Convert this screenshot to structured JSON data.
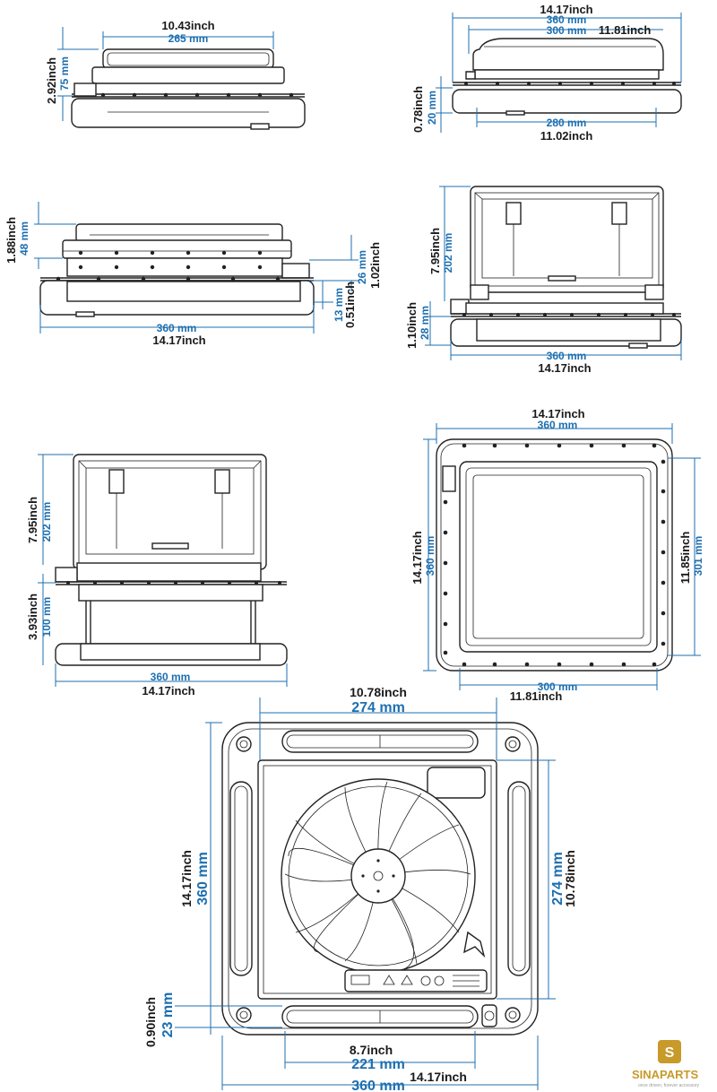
{
  "views": {
    "front_top": {
      "width_in": "10.43inch",
      "width_mm": "265 mm",
      "height_in": "2.92inch",
      "height_mm": "75 mm"
    },
    "side_top": {
      "depth_in": "14.17inch",
      "depth_mm": "360 mm",
      "inner_mm": "300 mm",
      "inner_in": "11.81inch",
      "base_mm": "280 mm",
      "base_in": "11.02inch",
      "height_in": "0.78inch",
      "height_mm": "20 mm"
    },
    "front_mid": {
      "width_mm": "360 mm",
      "width_in": "14.17inch",
      "top_in": "1.88inch",
      "top_mm": "48 mm",
      "flange_mm": "26 mm",
      "flange_in": "1.02inch",
      "gap_mm": "13 mm",
      "gap_in": "0.51inch"
    },
    "open_mid": {
      "lid_in": "7.95inch",
      "lid_mm": "202 mm",
      "base_in": "1.10inch",
      "base_mm": "28 mm",
      "width_mm": "360 mm",
      "width_in": "14.17inch"
    },
    "open_low": {
      "lid_in": "7.95inch",
      "lid_mm": "202 mm",
      "base_in": "3.93inch",
      "base_mm": "100 mm",
      "width_mm": "360 mm",
      "width_in": "14.17inch"
    },
    "plan_top": {
      "width_in": "14.17inch",
      "width_mm": "360 mm",
      "height_in": "14.17inch",
      "height_mm": "360 mm",
      "inner_in": "11.85inch",
      "inner_mm": "301 mm",
      "bottom_mm": "300 mm",
      "bottom_in": "11.81inch"
    },
    "plan_bottom": {
      "top_in": "10.78inch",
      "top_mm": "274 mm",
      "left_in": "14.17inch",
      "left_mm": "360 mm",
      "right_mm": "274 mm",
      "right_in": "10.78inch",
      "edge_in": "0.90inch",
      "edge_mm": "23 mm",
      "slot_in": "8.7inch",
      "slot_mm": "221 mm",
      "total_in": "14.17inch",
      "total_mm": "360 mm"
    }
  },
  "logo": {
    "brand": "SINAPARTS",
    "tagline": "once driven, forever accessory",
    "letter": "S"
  },
  "colors": {
    "dimension": "#1d6fb0",
    "text": "#1a1a1a",
    "logo_gold": "#c89a2a"
  }
}
